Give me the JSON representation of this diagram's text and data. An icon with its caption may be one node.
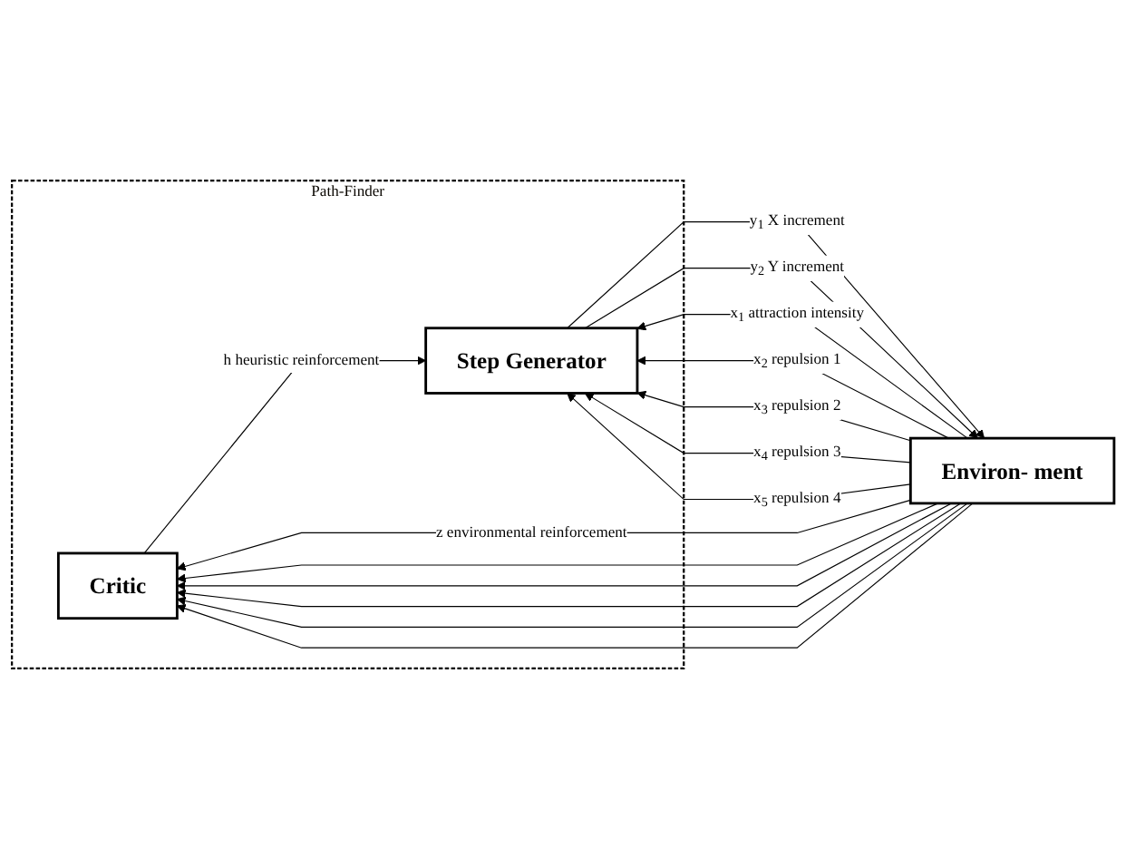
{
  "diagram": {
    "nodes": [
      {
        "text": [
          "Path-Finder"
        ]
      },
      {
        "text": [
          "Critic"
        ],
        "in": 0
      },
      {
        "text": [
          "Step Generator"
        ],
        "in": 0
      },
      {
        "text": [
          "Environ- ment"
        ]
      }
    ],
    "edges": [
      {
        "from": 1,
        "to": 2,
        "arrow": "to",
        "label": "h heuristic reinforcement"
      },
      {
        "from": 3,
        "to": 1,
        "arrow": "to",
        "label": "z environmental reinforcement"
      },
      {
        "from": 2,
        "to": 3,
        "arrow": "to",
        "label": "y$_{1}$ X increment"
      },
      {
        "from": 2,
        "to": 3,
        "arrow": "to",
        "label": "y$_{2}$ Y increment"
      },
      {
        "from": 3,
        "to": 2,
        "arrow": "to",
        "label": "x$_{1}$ attraction intensity"
      },
      {
        "from": 3,
        "to": 1,
        "arrow": "to"
      },
      {
        "from": 3,
        "to": 2,
        "arrow": "to",
        "label": "x$_{2}$ repulsion 1"
      },
      {
        "from": 3,
        "to": 1,
        "arrow": "to"
      },
      {
        "from": 3,
        "to": 2,
        "arrow": "to",
        "label": "x$_{3}$ repulsion 2"
      },
      {
        "from": 3,
        "to": 1,
        "arrow": "to"
      },
      {
        "from": 3,
        "to": 2,
        "arrow": "to",
        "label": "x$_{4}$ repulsion 3"
      },
      {
        "from": 3,
        "to": 1,
        "arrow": "to"
      },
      {
        "from": 3,
        "to": 2,
        "arrow": "to",
        "label": "x$_{5}$ repulsion 4"
      },
      {
        "from": 3,
        "to": 1,
        "arrow": "to"
      }
    ]
  }
}
